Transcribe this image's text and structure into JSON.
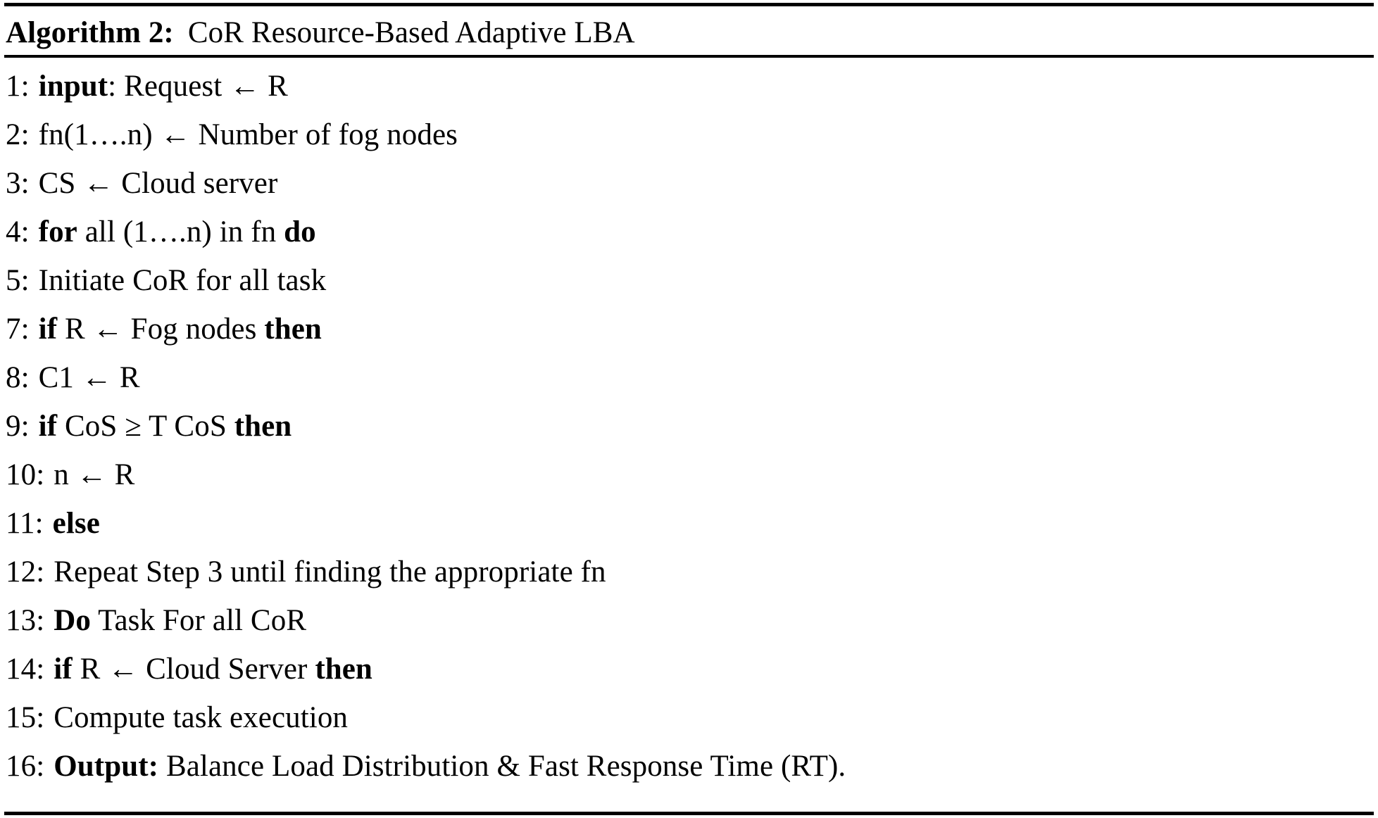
{
  "document": {
    "kind": "algorithm-block",
    "style": "ruled",
    "background_color": "#ffffff",
    "text_color": "#000000"
  },
  "caption": {
    "label": "Algorithm 2:",
    "title": "CoR Resource-Based Adaptive LBA"
  },
  "symbols": {
    "left_arrow": "←",
    "greater_or_equal": "≥",
    "ampersand": "&",
    "ellipsis_period": "…."
  },
  "lines": [
    {
      "number": "1",
      "text": "input: Request ← R",
      "segments": [
        {
          "text": "input",
          "bold": true
        },
        {
          "text": ": Request ← R",
          "bold": false
        }
      ]
    },
    {
      "number": "2",
      "text": "fn(1….n) ← Number of fog nodes",
      "segments": [
        {
          "text": "fn(1….n) ← Number of fog nodes",
          "bold": false
        }
      ]
    },
    {
      "number": "3",
      "text": "CS ← Cloud server",
      "segments": [
        {
          "text": "CS ← Cloud server",
          "bold": false
        }
      ]
    },
    {
      "number": "4",
      "text": "for all (1….n) in fn do",
      "segments": [
        {
          "text": "for",
          "bold": true
        },
        {
          "text": " all (1….n) in fn ",
          "bold": false
        },
        {
          "text": "do",
          "bold": true
        }
      ]
    },
    {
      "number": "5",
      "text": "Initiate CoR for all task",
      "segments": [
        {
          "text": "Initiate CoR for all task",
          "bold": false
        }
      ]
    },
    {
      "number": "7",
      "text": "if R ← Fog nodes then",
      "segments": [
        {
          "text": "if",
          "bold": true
        },
        {
          "text": " R ← Fog nodes ",
          "bold": false
        },
        {
          "text": "then",
          "bold": true
        }
      ]
    },
    {
      "number": "8",
      "text": "C1 ← R",
      "segments": [
        {
          "text": "C1 ← R",
          "bold": false
        }
      ]
    },
    {
      "number": "9",
      "text": "if CoS ≥ T CoS then",
      "segments": [
        {
          "text": "if",
          "bold": true
        },
        {
          "text": " CoS ≥ T CoS ",
          "bold": false
        },
        {
          "text": "then",
          "bold": true
        }
      ]
    },
    {
      "number": "10",
      "text": "n ← R",
      "segments": [
        {
          "text": "n ← R",
          "bold": false
        }
      ]
    },
    {
      "number": "11",
      "text": "else",
      "segments": [
        {
          "text": "else",
          "bold": true
        }
      ]
    },
    {
      "number": "12",
      "text": "Repeat Step 3 until finding the appropriate fn",
      "segments": [
        {
          "text": "Repeat Step 3 until finding the appropriate fn",
          "bold": false
        }
      ]
    },
    {
      "number": "13",
      "text": "Do Task For all CoR",
      "segments": [
        {
          "text": "Do",
          "bold": true
        },
        {
          "text": " Task For all CoR",
          "bold": false
        }
      ]
    },
    {
      "number": "14",
      "text": "if R ← Cloud Server then",
      "segments": [
        {
          "text": "if",
          "bold": true
        },
        {
          "text": " R ← Cloud Server ",
          "bold": false
        },
        {
          "text": "then",
          "bold": true
        }
      ]
    },
    {
      "number": "15",
      "text": "Compute task execution",
      "segments": [
        {
          "text": "Compute task execution",
          "bold": false
        }
      ]
    },
    {
      "number": "16",
      "text": "Output: Balance Load Distribution & Fast Response Time (RT).",
      "segments": [
        {
          "text": "Output:",
          "bold": true
        },
        {
          "text": " Balance Load Distribution & Fast Response Time (RT).",
          "bold": false
        }
      ]
    }
  ]
}
